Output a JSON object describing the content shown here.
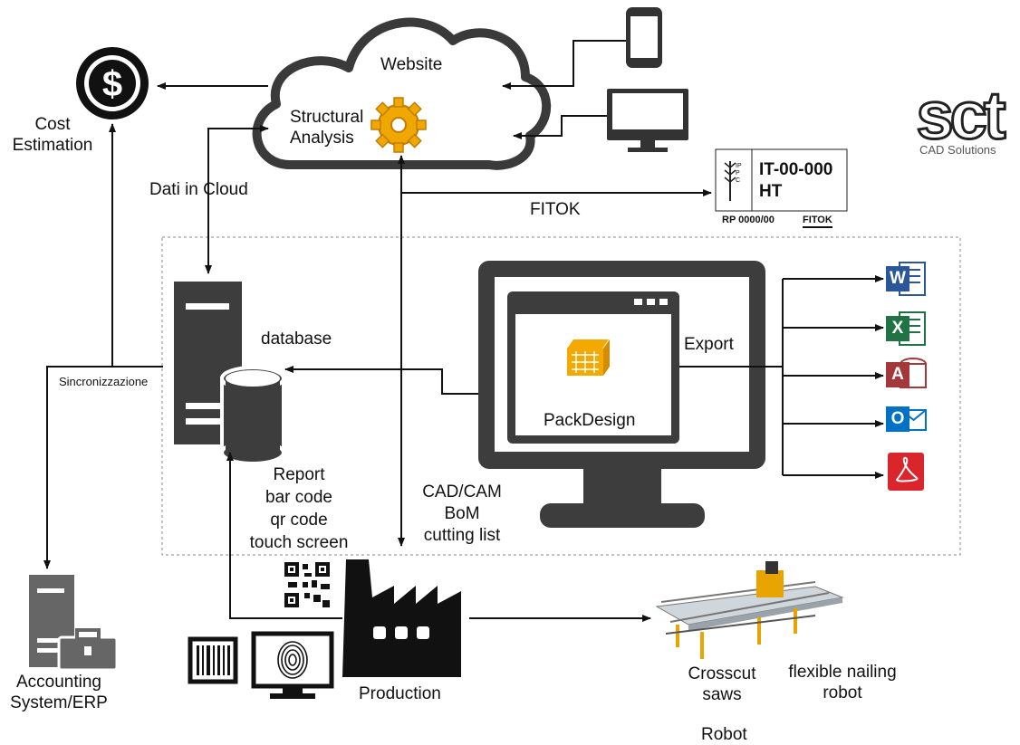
{
  "labels": {
    "website": "Website",
    "structural_analysis": "Structural\nAnalysis",
    "cost_estimation": "Cost\nEstimation",
    "dati_in_cloud": "Dati in Cloud",
    "fitok": "FITOK",
    "database": "database",
    "sincronizzazione": "Sincronizzazione",
    "export": "Export",
    "packdesign": "PackDesign",
    "report_lines": "Report\nbar code\nqr code\ntouch screen",
    "cad_lines": "CAD/CAM\nBoM\ncutting list",
    "accounting": "Accounting\nSystem/ERP",
    "production": "Production",
    "crosscut": "Crosscut\nsaws",
    "nailing": "flexible nailing\nrobot",
    "robot": "Robot"
  },
  "fitok_stamp": {
    "code": "IT-00-000",
    "treatment": "HT",
    "ippc": "IPPC",
    "rp": "RP 0000/00",
    "brand": "FITOK"
  },
  "logo": {
    "name": "sct",
    "tagline": "CAD Solutions"
  },
  "export_icons": [
    {
      "letter": "W",
      "color": "#2b579a"
    },
    {
      "letter": "X",
      "color": "#217346"
    },
    {
      "letter": "A",
      "color": "#a4373a"
    },
    {
      "letter": "O",
      "color": "#0072c6"
    },
    {
      "letter": "PDF",
      "color": "#d9252b"
    }
  ]
}
